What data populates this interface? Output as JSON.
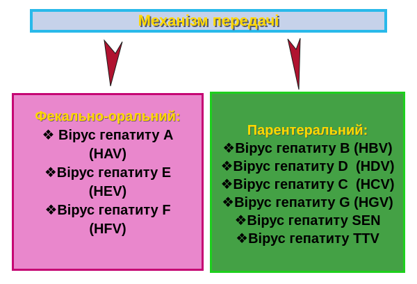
{
  "header": {
    "title": "Механізм передачі"
  },
  "colors": {
    "header_bg": "#c6d2ea",
    "header_border": "#29b9ea",
    "title_yellow": "#ffd800",
    "arrow": "#b01330",
    "fecal_oral_bg": "#e987cc",
    "fecal_oral_border": "#c50673",
    "parenteral_bg": "#44a145",
    "parenteral_border": "#1dd01d",
    "item_text": "#000000"
  },
  "fecal_oral_box": {
    "title": "Фекально-оральний:",
    "items": [
      "❖ Вірус гепатиту А",
      "(HAV)",
      "❖Вірус гепатиту Е",
      "(HEV)",
      "❖Вірус гепатиту F",
      "(HFV)"
    ]
  },
  "parenteral_box": {
    "title": "Парентеральний:",
    "items": [
      "❖Вірус гепатиту B (HBV)",
      "❖Вірус гепатиту D  (HDV)",
      "❖Вірус гепатиту C  (HCV)",
      "❖Вірус гепатиту G (HGV)",
      "❖Вірус гепатиту SEN",
      "❖Вірус гепатиту TTV"
    ]
  }
}
